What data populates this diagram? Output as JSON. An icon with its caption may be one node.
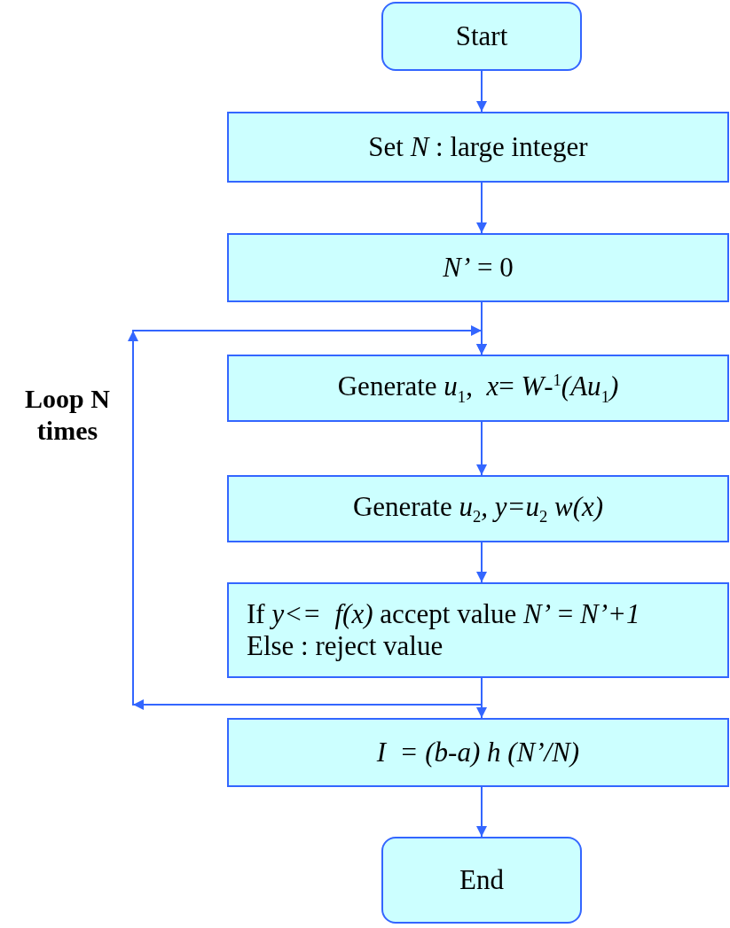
{
  "diagram": {
    "nodes": [
      {
        "text": [
          "Start"
        ]
      },
      {
        "text": [
          "Set *N* : large integer"
        ]
      },
      {
        "text": [
          "*N’* = 0"
        ]
      },
      {
        "text": [
          "Generate *u*$_{1}$,  *x*= *W*-$^{1}$*(Au*$_{1}$*)*"
        ]
      },
      {
        "text": [
          "Generate *u*$_{2}$*, y=u*$_{2}$ *w(x)*"
        ]
      },
      {
        "text": [
          "If *y<=  f(x)* accept value *N’* = *N’+1*",
          "Else : reject value"
        ]
      },
      {
        "text": [
          "*I  = (b-a) h (N’/N)*"
        ]
      },
      {
        "text": [
          "End"
        ]
      }
    ],
    "edges": [
      {
        "from": 0,
        "to": 1,
        "arrow": "to"
      },
      {
        "from": 1,
        "to": 2,
        "arrow": "to"
      },
      {
        "from": 2,
        "to": 3,
        "arrow": "to"
      },
      {
        "from": 3,
        "to": 4,
        "arrow": "to"
      },
      {
        "from": 4,
        "to": 5,
        "arrow": "to"
      },
      {
        "from": 5,
        "to": 6,
        "arrow": "to"
      },
      {
        "from": 6,
        "to": 7,
        "arrow": "to"
      },
      {
        "from": 5,
        "to": 3,
        "arrow": "to"
      }
    ],
    "labels": [
      "Loop N times"
    ]
  }
}
